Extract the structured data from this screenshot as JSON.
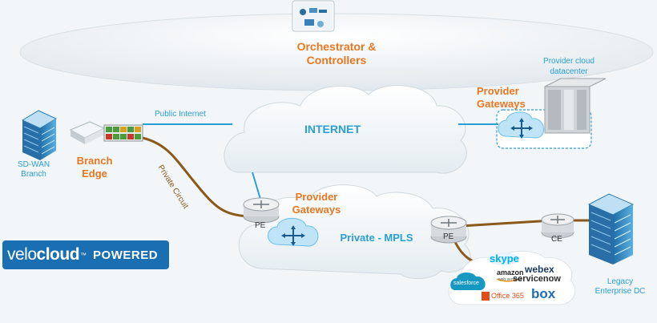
{
  "orchestrator": {
    "label_line1": "Orchestrator &",
    "label_line2": "Controllers"
  },
  "provider_cloud": {
    "label_line1": "Provider cloud",
    "label_line2": "datacenter"
  },
  "provider_gateways_top": {
    "label_line1": "Provider",
    "label_line2": "Gateways"
  },
  "internet": {
    "label": "INTERNET"
  },
  "public_internet": {
    "label": "Public Internet"
  },
  "private_circuit": {
    "label": "Private Circuit"
  },
  "sdwan_branch": {
    "label_line1": "SD-WAN",
    "label_line2": "Branch"
  },
  "branch_edge": {
    "label_line1": "Branch",
    "label_line2": "Edge"
  },
  "provider_gateways_mpls": {
    "label_line1": "Provider",
    "label_line2": "Gateways"
  },
  "mpls": {
    "label": "Private - MPLS"
  },
  "pe_left": {
    "label": "PE"
  },
  "pe_right": {
    "label": "PE"
  },
  "ce": {
    "label": "CE"
  },
  "legacy_dc": {
    "label_line1": "Legacy",
    "label_line2": "Enterprise DC"
  },
  "saas": {
    "skype": "skype",
    "amazon": "amazon",
    "amazon_sub": "web services",
    "webex": "webex",
    "servicenow": "servicenow",
    "salesforce": "salesforce",
    "office365": "Office 365",
    "box": "box"
  },
  "logo": {
    "part1": "velo",
    "part2": "cloud",
    "tm": "™",
    "powered": "POWERED"
  },
  "colors": {
    "accent_orange": "#e87722",
    "line_blue": "#2a9fd6",
    "circuit_brown": "#8a5a1a",
    "logo_blue": "#1a6fb3"
  }
}
